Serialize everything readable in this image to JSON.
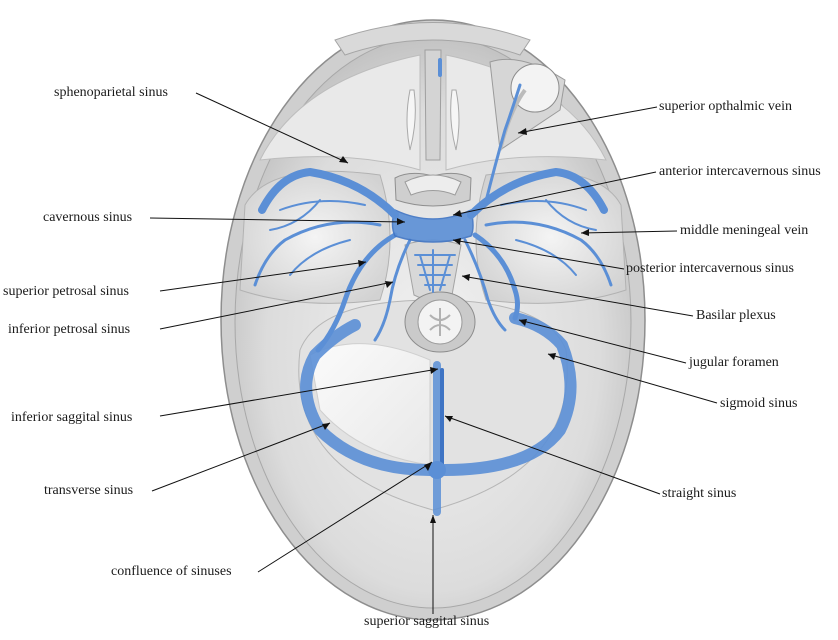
{
  "labels": {
    "sphenoparietal": "sphenoparietal sinus",
    "cavernous": "cavernous sinus",
    "superior_petrosal": "superior petrosal sinus",
    "inferior_petrosal": "inferior petrosal sinus",
    "inferior_saggital": "inferior saggital sinus",
    "transverse": "transverse sinus",
    "confluence": "confluence of sinuses",
    "superior_saggital": "superior saggital sinus",
    "superior_opthalmic": "superior opthalmic vein",
    "anterior_intercavernous": "anterior intercavernous sinus",
    "middle_meningeal": "middle meningeal vein",
    "posterior_intercavernous": "posterior intercavernous sinus",
    "basilar_plexus": "Basilar plexus",
    "jugular_foramen": "jugular foramen",
    "sigmoid": "sigmoid sinus",
    "straight": "straight sinus"
  },
  "colors": {
    "sinus_blue": "#5b8fd6",
    "sinus_dark": "#3f74c4",
    "bone_light": "#e6e6e6",
    "bone_mid": "#c9c9c9",
    "bone_edge": "#9a9a9a",
    "leader_line": "#111111"
  }
}
